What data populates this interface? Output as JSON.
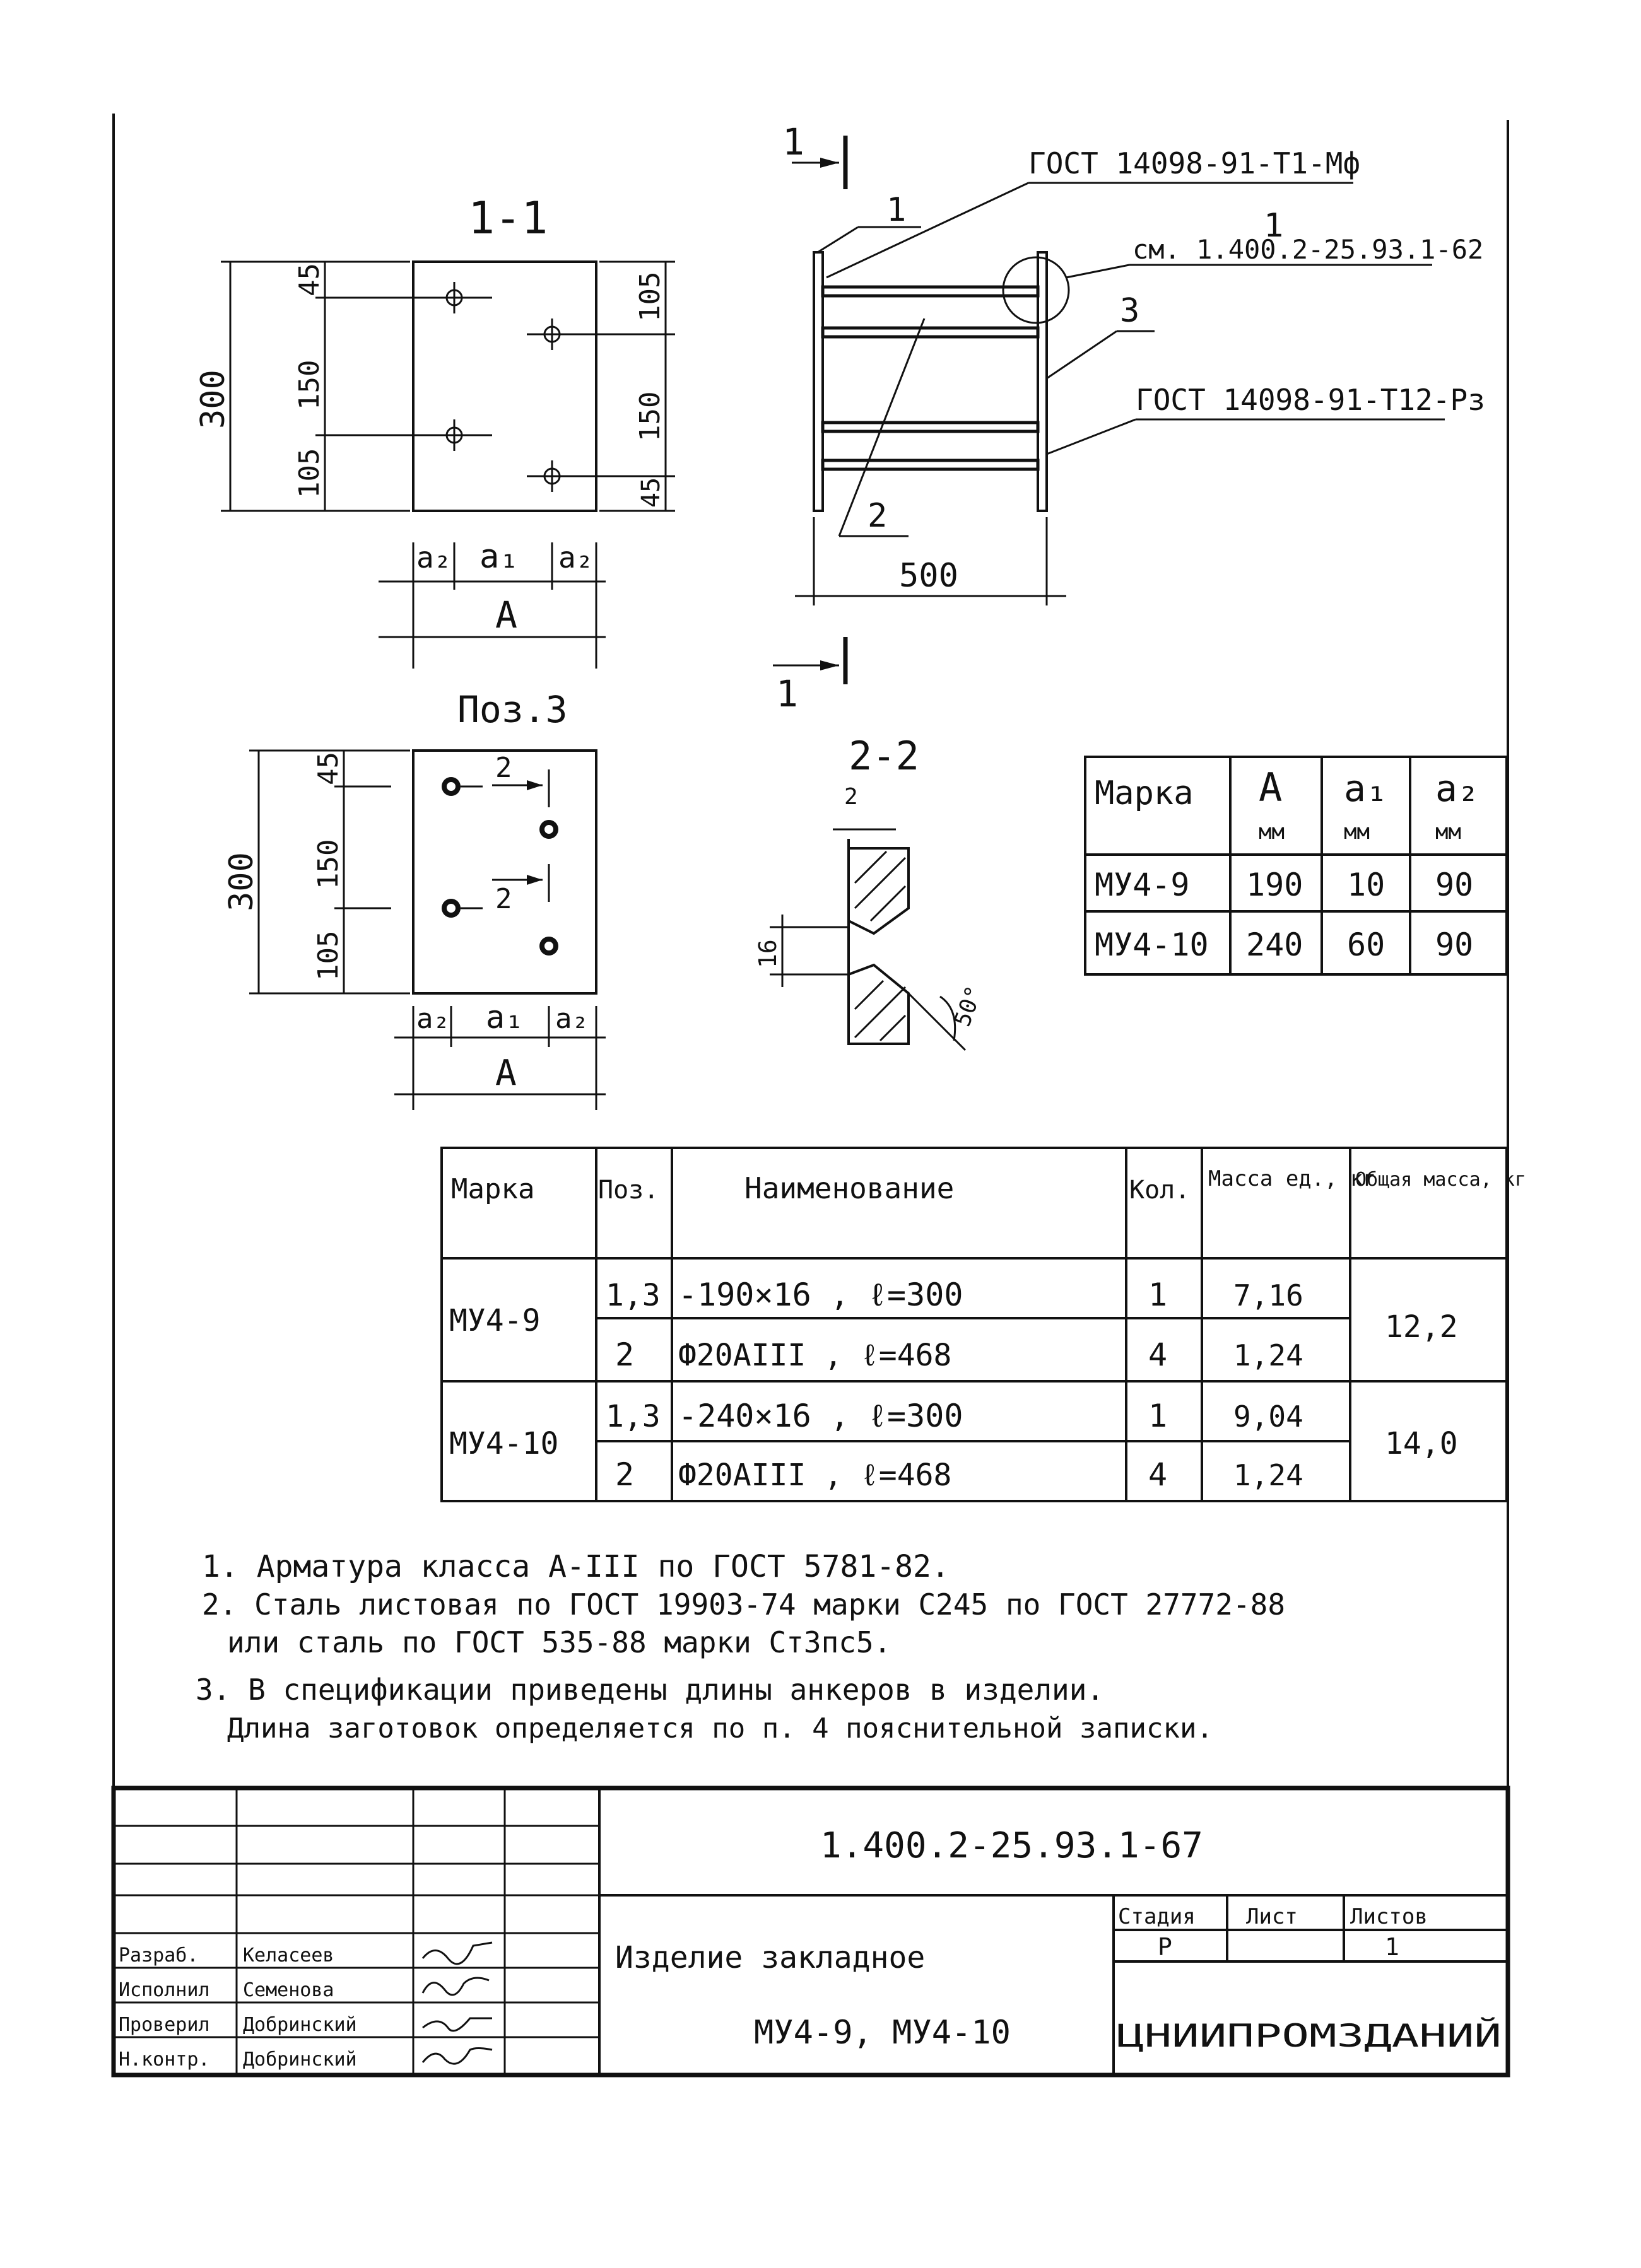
{
  "section_1_1": {
    "title": "1-1",
    "dim_total": "300",
    "dim_left": [
      "45",
      "150",
      "105"
    ],
    "dim_right": [
      "105",
      "150",
      "45"
    ],
    "dim_bottom": [
      "a₂",
      "a₁",
      "a₂"
    ],
    "dim_A": "A"
  },
  "pos3": {
    "title": "Поз.3",
    "dim_total": "300",
    "dim_left": [
      "45",
      "150",
      "105"
    ],
    "dim_bottom": [
      "a₂",
      "a₁",
      "a₂"
    ],
    "dim_A": "A",
    "weld_mark": "2"
  },
  "side_view": {
    "cut_mark": "1",
    "gost_top": "ГОСТ 14098-91-Т1-Мф",
    "callout_1": "1",
    "callout_1_ref": "см. 1.400.2-25.93.1-62",
    "callout_3": "3",
    "gost_bottom": "ГОСТ 14098-91-Т12-Рз",
    "callout_2": "2",
    "dim_500": "500"
  },
  "section_2_2": {
    "title": "2-2",
    "dim_2": "2",
    "dim_16": "16",
    "angle": "50°"
  },
  "dims_table": {
    "headers": [
      "Марка",
      "А",
      "a₁",
      "a₂"
    ],
    "units": [
      "",
      "мм",
      "мм",
      "мм"
    ],
    "rows": [
      [
        "МУ4-9",
        "190",
        "10",
        "90"
      ],
      [
        "МУ4-10",
        "240",
        "60",
        "90"
      ]
    ]
  },
  "spec_table": {
    "headers": [
      "Марка",
      "Поз.",
      "Наименование",
      "Кол.",
      "Масса ед., кг",
      "Общая масса, кг"
    ],
    "rows": [
      {
        "mark": "МУ4-9",
        "pos": "1,3",
        "name": "-190×16 , ℓ=300",
        "qty": "1",
        "mass": "7,16",
        "total": "12,2"
      },
      {
        "mark": "",
        "pos": "2",
        "name": "Ф20АIII , ℓ=468",
        "qty": "4",
        "mass": "1,24",
        "total": ""
      },
      {
        "mark": "МУ4-10",
        "pos": "1,3",
        "name": "-240×16 , ℓ=300",
        "qty": "1",
        "mass": "9,04",
        "total": "14,0"
      },
      {
        "mark": "",
        "pos": "2",
        "name": "Ф20АIII , ℓ=468",
        "qty": "4",
        "mass": "1,24",
        "total": ""
      }
    ]
  },
  "notes": [
    "1. Арматура класса А-III по ГОСТ 5781-82.",
    "2. Сталь листовая по ГОСТ 19903-74 марки С245 по ГОСТ 27772-88",
    "или сталь по ГОСТ 535-88 марки Ст3пс5.",
    "3. В спецификации приведены длины анкеров в изделии.",
    "Длина заготовок определяется по п. 4 пояснительной записки."
  ],
  "title_block": {
    "doc_code": "1.400.2-25.93.1-67",
    "product_name": "Изделие закладное",
    "product_marks": "МУ4-9, МУ4-10",
    "stage_label": "Стадия",
    "sheet_label": "Лист",
    "sheets_label": "Листов",
    "stage_value": "Р",
    "sheets_value": "1",
    "organization": "ЦНИИПРОМЗДАНИЙ",
    "staff": [
      {
        "role": "Разраб.",
        "name": "Келасеев"
      },
      {
        "role": "Исполнил",
        "name": "Семенова"
      },
      {
        "role": "Проверил",
        "name": "Добринский"
      },
      {
        "role": "Н.контр.",
        "name": "Добринский"
      }
    ]
  }
}
